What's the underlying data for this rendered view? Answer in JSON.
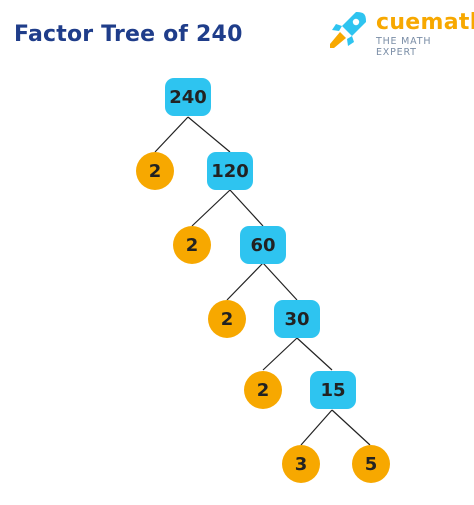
{
  "title": "Factor Tree of 240",
  "brand": {
    "name": "cuemath",
    "tagline": "THE MATH EXPERT",
    "icon": "rocket-icon",
    "colors": {
      "name": "#f7a800",
      "rocket": "#2ec4f0",
      "flame": "#f7a800"
    }
  },
  "colors": {
    "title": "#1f3d8a",
    "composite_node": "#2ec4f0",
    "prime_node": "#f7a800",
    "edge": "#222222"
  },
  "tree": {
    "root": "240",
    "levels": [
      {
        "prime": "2",
        "composite": "120"
      },
      {
        "prime": "2",
        "composite": "60"
      },
      {
        "prime": "2",
        "composite": "30"
      },
      {
        "prime": "2",
        "composite": "15"
      }
    ],
    "final_primes": [
      "3",
      "5"
    ]
  }
}
